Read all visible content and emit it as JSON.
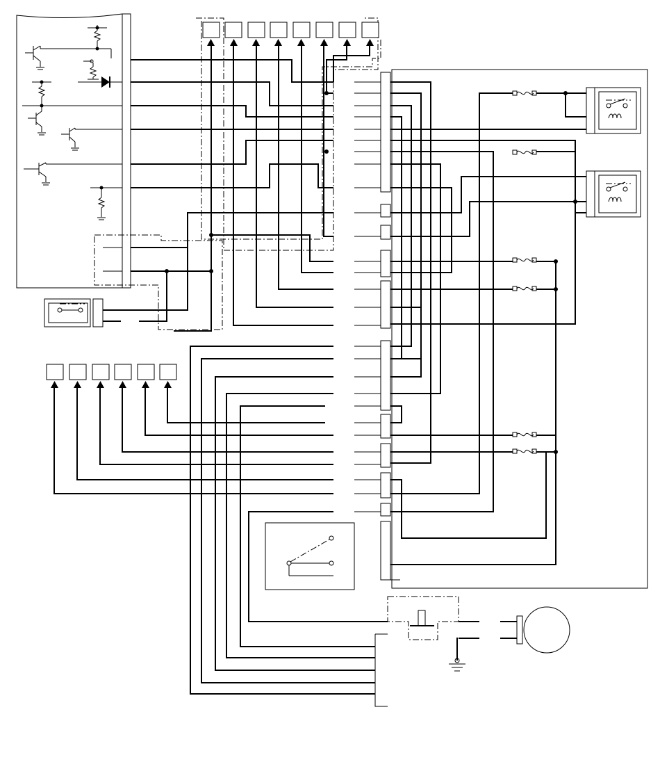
{
  "diagram": {
    "top_terminals": 8,
    "left_terminals": 6,
    "fuses": 6,
    "relays": 2,
    "motor": 1,
    "ground": 1
  }
}
